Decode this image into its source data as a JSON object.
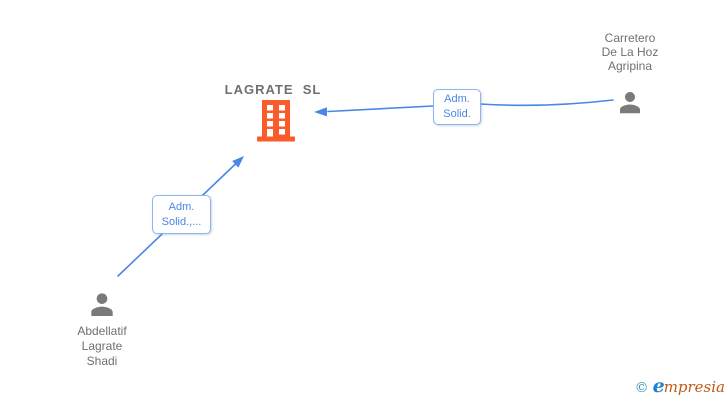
{
  "colors": {
    "edge_blue": "#4a86e8",
    "label_border_blue": "#8cb6f2",
    "company_orange": "#f95b2b",
    "person_gray": "#7a7a7a",
    "text_gray": "#6e7072",
    "logo_copyright_teal": "#3796bb",
    "logo_e_blue": "#1a82cf",
    "logo_rest_orange": "#bf5a16"
  },
  "company": {
    "label": "LAGRATE  SL",
    "icon": "building-icon"
  },
  "persons": {
    "top_right": {
      "full_name": "Carretero De La Hoz Agripina",
      "lines": [
        "Carretero",
        "De La Hoz",
        "Agripina"
      ],
      "icon": "person-icon"
    },
    "bottom_left": {
      "full_name": "Abdellatif Lagrate Shadi",
      "lines": [
        "Abdellatif",
        "Lagrate",
        "Shadi"
      ],
      "icon": "person-icon"
    }
  },
  "edges": {
    "top": {
      "from": "Carretero De La Hoz Agripina",
      "to": "LAGRATE SL",
      "label_lines": [
        "Adm.",
        "Solid."
      ]
    },
    "bottom": {
      "from": "Abdellatif Lagrate Shadi",
      "to": "LAGRATE SL",
      "label_lines": [
        "Adm.",
        "Solid.,..."
      ]
    }
  },
  "watermark": {
    "copyright_symbol": "©",
    "brand_initial": "e",
    "brand_rest": "mpresia"
  }
}
